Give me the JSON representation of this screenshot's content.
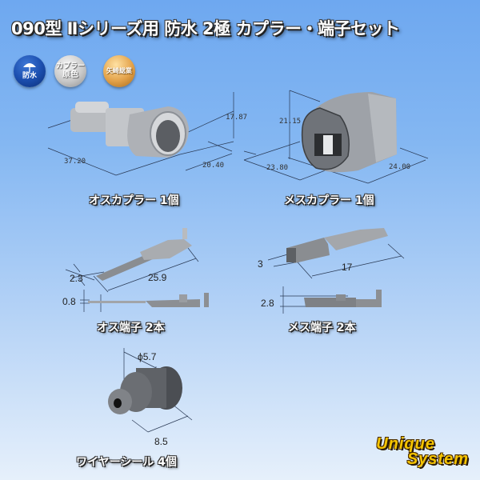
{
  "title": "090型 Ⅱシリーズ用 防水 2極 カプラー・端子セット",
  "badges": [
    {
      "icon": "umbrella-icon",
      "label": "防水",
      "color": "#1c4fb0"
    },
    {
      "line1": "カプラー",
      "line2": "原色",
      "color": "#c9c9c9"
    },
    {
      "label": "矢崎総業",
      "color": "#e3a24a"
    }
  ],
  "parts": {
    "male_coupler": {
      "caption": "オスカプラー 1個",
      "dims": {
        "length": "37.20",
        "width": "20.40",
        "height": "17.87"
      }
    },
    "female_coupler": {
      "caption": "メスカプラー 1個",
      "dims": {
        "length": "23.80",
        "width": "24.00",
        "height": "21.15"
      }
    },
    "male_terminal": {
      "caption": "オス端子 2本",
      "dims": {
        "width": "2.3",
        "length": "25.9",
        "thickness": "0.8"
      }
    },
    "female_terminal": {
      "caption": "メス端子 2本",
      "dims": {
        "width": "3",
        "length": "17",
        "height": "2.8"
      }
    },
    "wire_seal": {
      "caption": "ワイヤーシール 4個",
      "dims": {
        "diameter": "ϕ5.7",
        "length": "8.5"
      }
    }
  },
  "logo": {
    "line1": "Unique",
    "line2": "System"
  }
}
